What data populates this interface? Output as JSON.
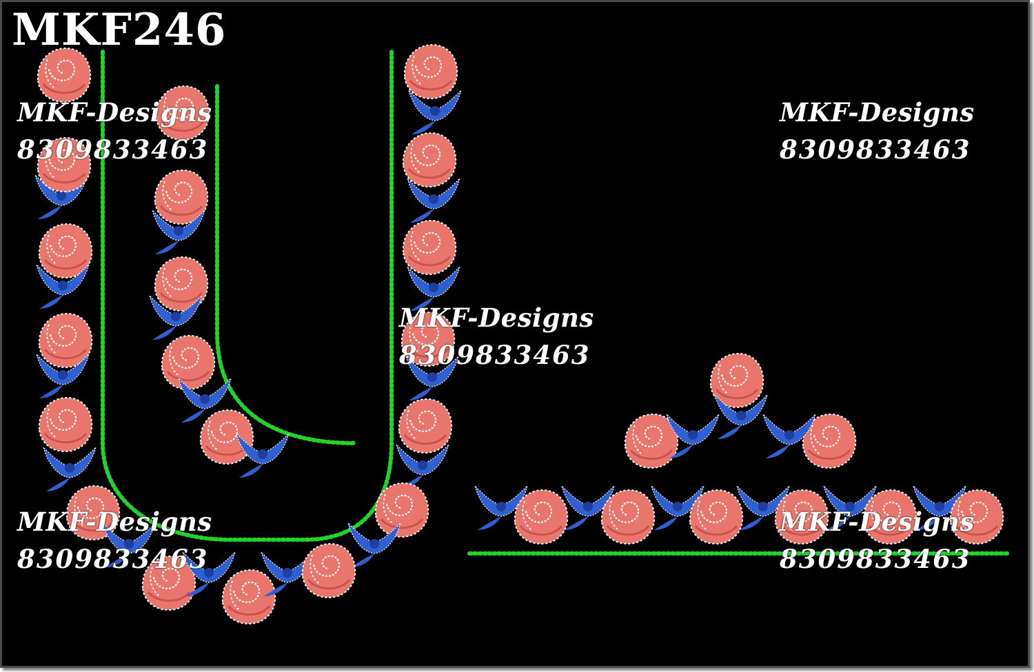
{
  "design": {
    "code": "MKF246",
    "colors": {
      "background": "#000000",
      "rose": "#e8766c",
      "rose_shade": "#c9534c",
      "stitch": "#ffffff",
      "leaf": "#2f5fd0",
      "leaf_shade": "#1f3f9e",
      "bead": "#22d42a"
    }
  },
  "watermarks": [
    {
      "name": "MKF-Designs",
      "phone": "8309833463"
    },
    {
      "name": "MKF-Designs",
      "phone": "8309833463"
    },
    {
      "name": "MKF-Designs",
      "phone": "8309833463"
    },
    {
      "name": "MKF-Designs",
      "phone": "8309833463"
    },
    {
      "name": "MKF-Designs",
      "phone": "8309833463"
    }
  ]
}
